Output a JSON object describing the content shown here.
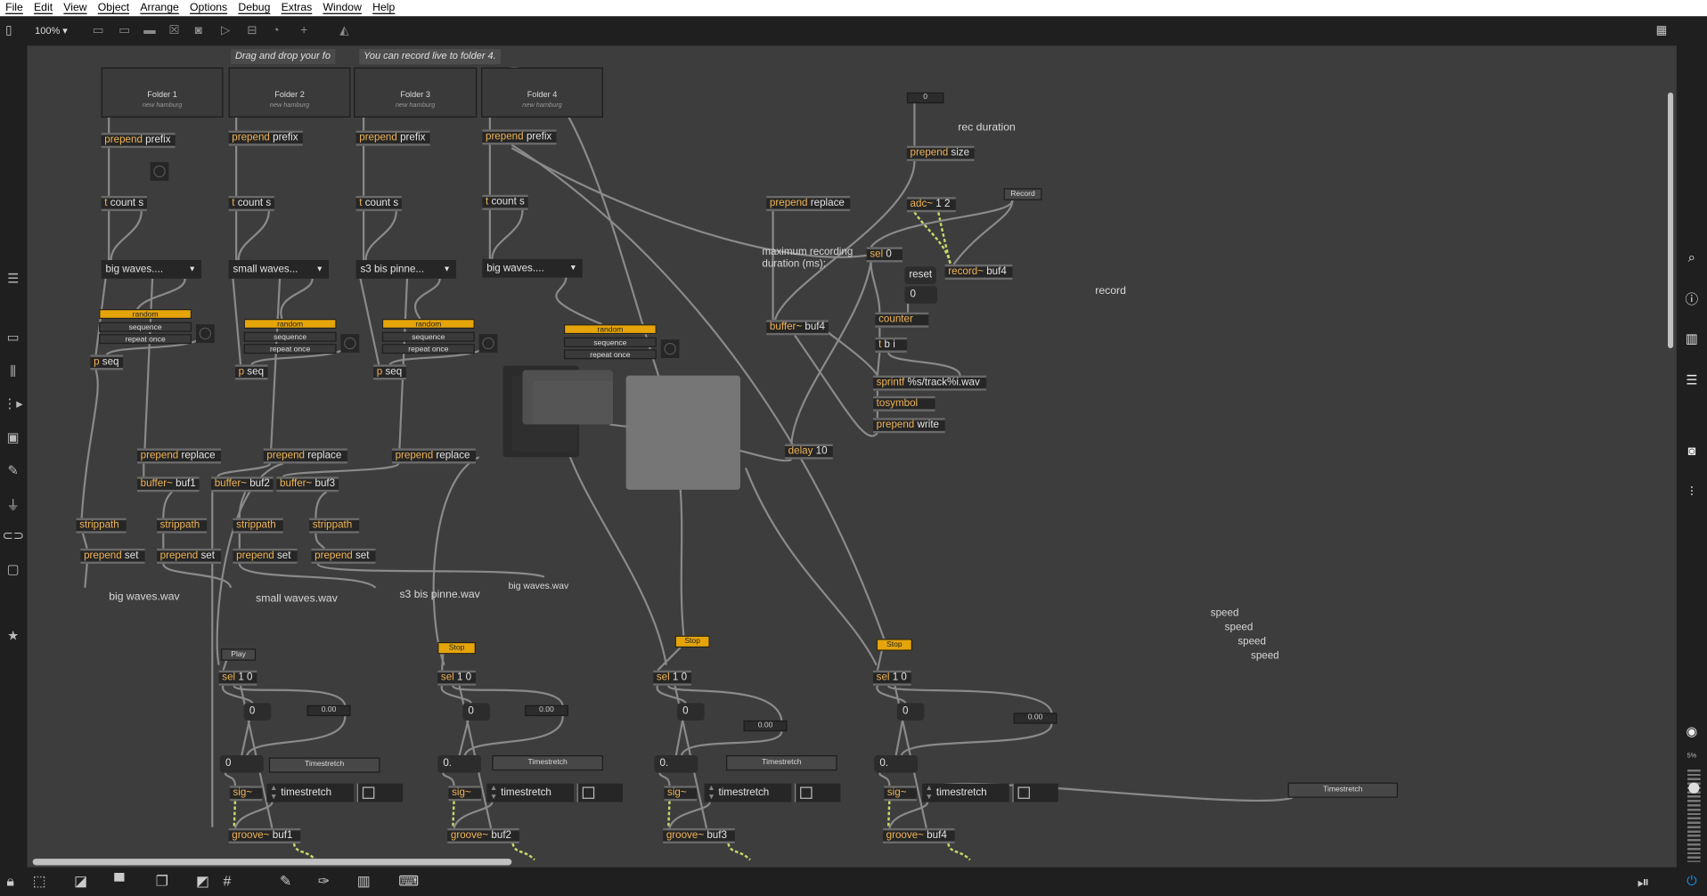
{
  "menu": [
    "File",
    "Edit",
    "View",
    "Object",
    "Arrange",
    "Options",
    "Debug",
    "Extras",
    "Window",
    "Help"
  ],
  "toolbar": {
    "zoom": "100%"
  },
  "colors": {
    "canvas": "#3d3d3d",
    "accent": "#e5a50a",
    "keyword": "#f0b456",
    "object_bg": "#262626",
    "signal_cord": "#c8d86a",
    "power": "#1a8fe0"
  },
  "folders": [
    {
      "title": "Folder 1",
      "subtitle": "new hamburg"
    },
    {
      "title": "Folder 2",
      "subtitle": "new hamburg"
    },
    {
      "title": "Folder 3",
      "subtitle": "new hamburg"
    },
    {
      "title": "Folder 4",
      "subtitle": "new hamburg"
    }
  ],
  "tooltip": {
    "line1": "Drag and drop your",
    "line2": "fo",
    "line3": "You can record live to",
    "line4": "folder 4."
  },
  "objects": {
    "pp1": {
      "kw": "prepend",
      "args": "prefix"
    },
    "pp2": {
      "kw": "prepend",
      "args": "prefix"
    },
    "pp3": {
      "kw": "prepend",
      "args": "prefix"
    },
    "pp4": {
      "kw": "prepend",
      "args": "prefix"
    },
    "tc1": {
      "kw": "t",
      "args": "count s"
    },
    "tc2": {
      "kw": "t",
      "args": "count s"
    },
    "tc3": {
      "kw": "t",
      "args": "count s"
    },
    "tc4": {
      "kw": "t",
      "args": "count s"
    },
    "ps1": {
      "kw": "p",
      "args": "seq"
    },
    "ps2": {
      "kw": "p",
      "args": "seq"
    },
    "ps3": {
      "kw": "p",
      "args": "seq"
    },
    "pr1": {
      "kw": "prepend",
      "args": "replace"
    },
    "pr2": {
      "kw": "prepend",
      "args": "replace"
    },
    "pr3": {
      "kw": "prepend",
      "args": "replace"
    },
    "pr4": {
      "kw": "prepend",
      "args": "replace"
    },
    "bf1": {
      "kw": "buffer~",
      "args": "buf1"
    },
    "bf2": {
      "kw": "buffer~",
      "args": "buf2"
    },
    "bf3": {
      "kw": "buffer~",
      "args": "buf3"
    },
    "bf4": {
      "kw": "buffer~",
      "args": "buf4"
    },
    "sp1": {
      "kw": "strippath",
      "args": ""
    },
    "sp2": {
      "kw": "strippath",
      "args": ""
    },
    "sp3": {
      "kw": "strippath",
      "args": ""
    },
    "sp4": {
      "kw": "strippath",
      "args": ""
    },
    "set1": {
      "kw": "prepend",
      "args": "set"
    },
    "set2": {
      "kw": "prepend",
      "args": "set"
    },
    "set3": {
      "kw": "prepend",
      "args": "set"
    },
    "set4": {
      "kw": "prepend",
      "args": "set"
    },
    "psize": {
      "kw": "prepend",
      "args": "size"
    },
    "adc": {
      "kw": "adc~",
      "args": "1 2"
    },
    "sel0": {
      "kw": "sel",
      "args": "0"
    },
    "rec": {
      "kw": "record~",
      "args": "buf4"
    },
    "counter": {
      "kw": "counter",
      "args": ""
    },
    "tbi": {
      "kw": "t",
      "args": "b i"
    },
    "sprintf": {
      "kw": "sprintf",
      "args": "%s/track%i.wav"
    },
    "tosym": {
      "kw": "tosymbol",
      "args": ""
    },
    "pwrite": {
      "kw": "prepend",
      "args": "write"
    },
    "delay": {
      "kw": "delay",
      "args": "10"
    }
  },
  "umenus": [
    "big waves....",
    "small waves...",
    "s3 bis pinne...",
    "big waves...."
  ],
  "modes": {
    "options": [
      "random",
      "sequence",
      "repeat once"
    ],
    "selected": "random"
  },
  "filenames": [
    "big waves.wav",
    "small waves.wav",
    "s3 bis pinne.wav",
    "big waves.wav"
  ],
  "recorder": {
    "duration_value": "0",
    "rec_duration_label": "rec duration",
    "record_button": "Record",
    "max_label_1": "maximum recording",
    "max_label_2": "duration (ms):",
    "reset": "reset",
    "counter_value": "0",
    "record_label": "record"
  },
  "players": [
    {
      "button": "Play",
      "active": false,
      "sel": {
        "kw": "sel",
        "args": "1 0"
      },
      "int": "0",
      "small_float": "0.00",
      "float": "0",
      "ts_button": "Timestretch",
      "mode": "timestretch",
      "checked": false,
      "sig": {
        "kw": "sig~",
        "args": ""
      },
      "groove": {
        "kw": "groove~",
        "args": "buf1"
      }
    },
    {
      "button": "Stop",
      "active": true,
      "sel": {
        "kw": "sel",
        "args": "1 0"
      },
      "int": "0",
      "small_float": "0.00",
      "float": "0.",
      "ts_button": "Timestretch",
      "mode": "timestretch",
      "checked": false,
      "sig": {
        "kw": "sig~",
        "args": ""
      },
      "groove": {
        "kw": "groove~",
        "args": "buf2"
      }
    },
    {
      "button": "Stop",
      "active": true,
      "sel": {
        "kw": "sel",
        "args": "1 0"
      },
      "int": "0",
      "small_float": "0.00",
      "float": "0.",
      "ts_button": "Timestretch",
      "mode": "timestretch",
      "checked": false,
      "sig": {
        "kw": "sig~",
        "args": ""
      },
      "groove": {
        "kw": "groove~",
        "args": "buf3"
      }
    },
    {
      "button": "Stop",
      "active": true,
      "sel": {
        "kw": "sel",
        "args": "1 0"
      },
      "int": "0",
      "small_float": "0.00",
      "float": "0.",
      "ts_button": "Timestretch",
      "mode": "timestretch",
      "checked": false,
      "sig": {
        "kw": "sig~",
        "args": ""
      },
      "groove": {
        "kw": "groove~",
        "args": "buf4"
      }
    }
  ],
  "speed_labels": [
    "speed",
    "speed",
    "speed",
    "speed"
  ],
  "right_panel": {
    "cpu": "5%",
    "cpu_level": 0.05
  }
}
